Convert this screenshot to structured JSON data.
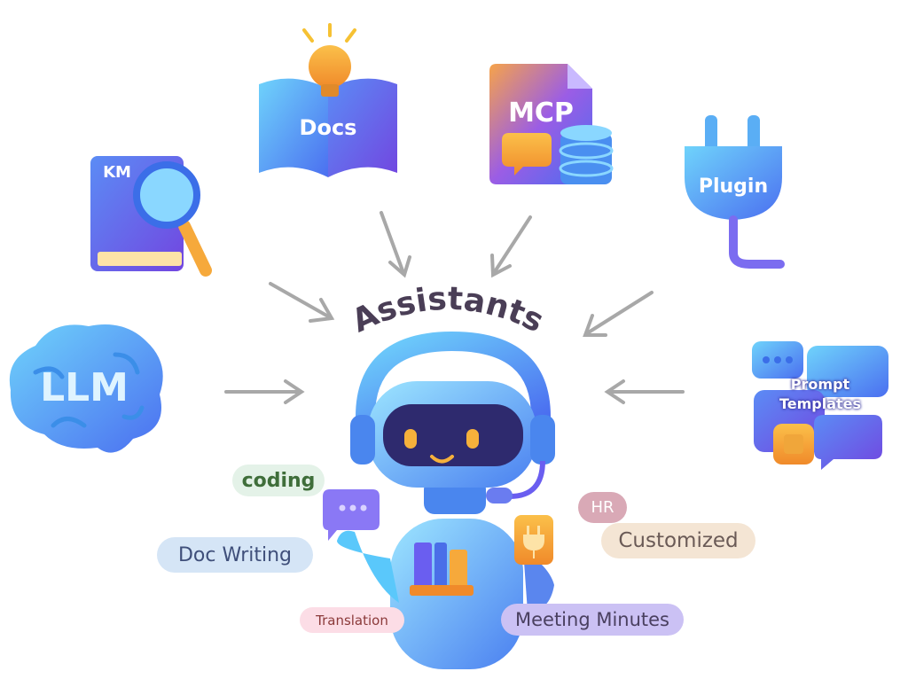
{
  "center": {
    "title": "Assistants"
  },
  "sources": {
    "docs": "Docs",
    "mcp": "MCP",
    "km": "KM",
    "plugin": "Plugin",
    "llm": "LLM",
    "prompt_templates_line1": "Prompt",
    "prompt_templates_line2": "Templates"
  },
  "tags": {
    "coding": "coding",
    "doc_writing": "Doc Writing",
    "translation": "Translation",
    "meeting_minutes": "Meeting Minutes",
    "hr": "HR",
    "customized": "Customized"
  },
  "colors": {
    "arrow": "#a8a8a8",
    "robot_blue": "#5aaef5",
    "accent_orange": "#f6a93b",
    "accent_purple": "#7b6cf0"
  }
}
